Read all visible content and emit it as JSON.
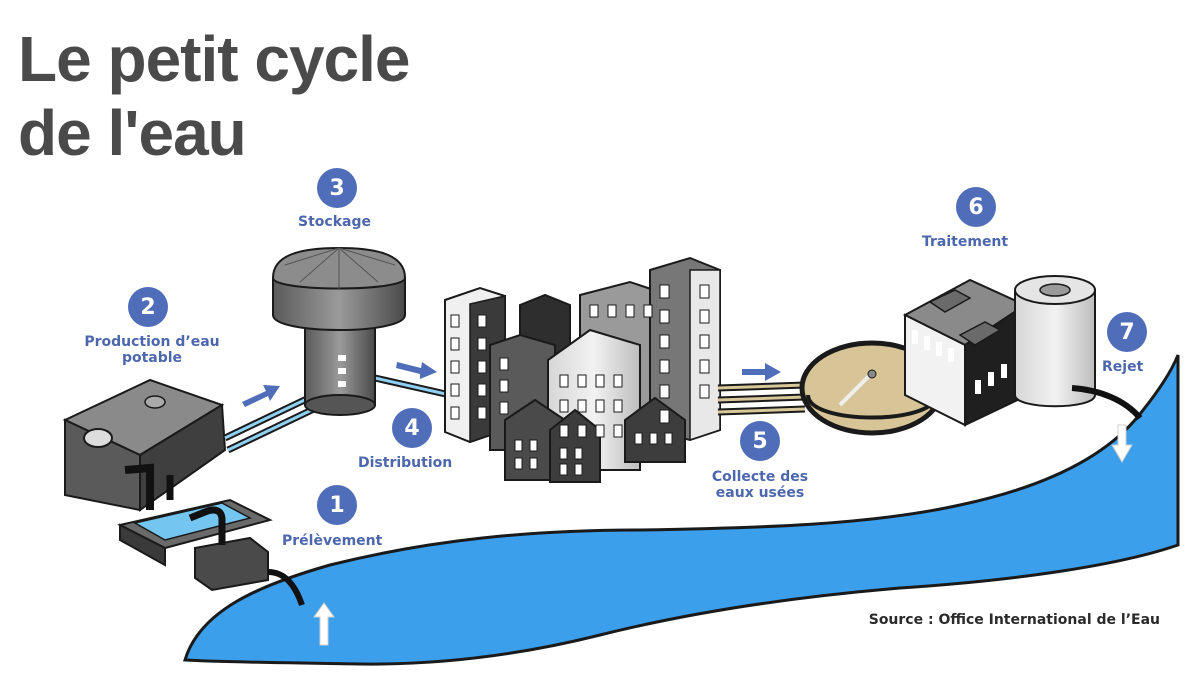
{
  "title": {
    "line1": "Le petit cycle",
    "line2": "de l'eau"
  },
  "steps": [
    {
      "number": "1",
      "label": "Prélèvement"
    },
    {
      "number": "2",
      "label": "Production d’eau potable"
    },
    {
      "number": "3",
      "label": "Stockage"
    },
    {
      "number": "4",
      "label": "Distribution"
    },
    {
      "number": "5",
      "label": "Collecte des eaux usées"
    },
    {
      "number": "6",
      "label": "Traitement"
    },
    {
      "number": "7",
      "label": "Rejet"
    }
  ],
  "source": "Source : Office International de l’Eau",
  "colors": {
    "badge": "#4f6db8",
    "label": "#4c67ad",
    "water": "#3b9fec",
    "clean_pipe": "#8fd0f3",
    "waste_pipe": "#d8c79a",
    "title": "#4a4a4a"
  }
}
